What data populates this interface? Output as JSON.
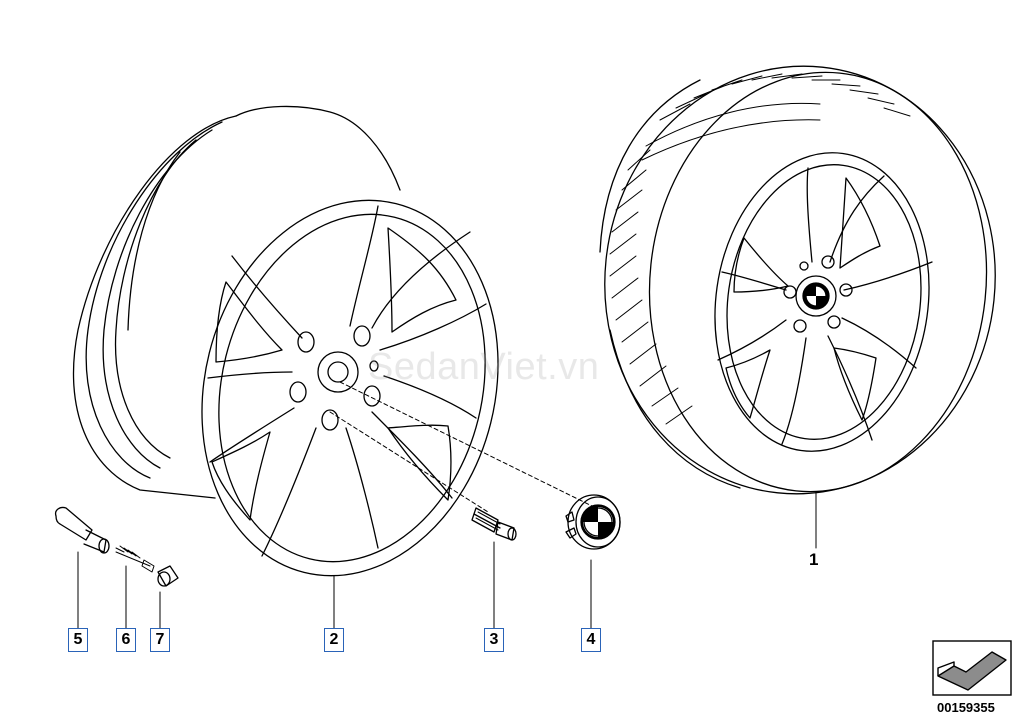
{
  "watermark": "SedanViet.vn",
  "doc_number": "00159355",
  "colors": {
    "line": "#000000",
    "callout_border": "#2a63b8",
    "arrow_fill": "#8c8c8c"
  },
  "parts": [
    {
      "number": "1",
      "item": "complete-wheel",
      "boxed": false
    },
    {
      "number": "2",
      "item": "light-alloy-rim",
      "boxed": true
    },
    {
      "number": "3",
      "item": "wheel-bolt",
      "boxed": true
    },
    {
      "number": "4",
      "item": "hub-cap-emblem",
      "boxed": true
    },
    {
      "number": "5",
      "item": "tire-valve",
      "boxed": true
    },
    {
      "number": "6",
      "item": "valve-insert",
      "boxed": true
    },
    {
      "number": "7",
      "item": "valve-cap",
      "boxed": true
    }
  ],
  "icons": {
    "navigation": "next-arrow-icon"
  }
}
